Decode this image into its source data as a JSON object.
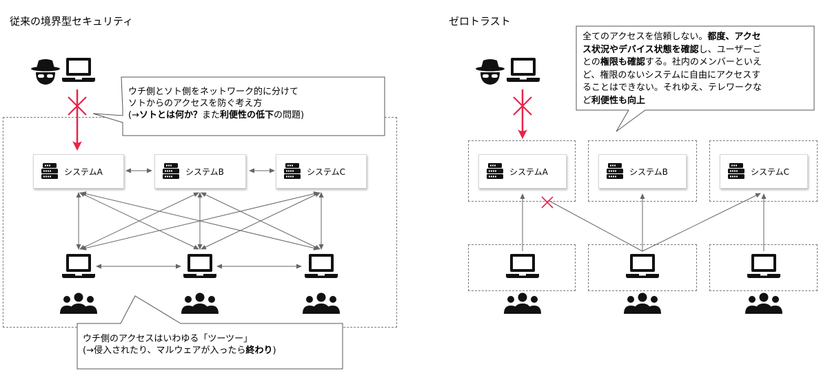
{
  "left": {
    "title": "従来の境界型セキュリティ",
    "systems": [
      "システムA",
      "システムB",
      "システムC"
    ],
    "callout_top": {
      "line1": "ウチ側とソト側をネットワーク的に分けて",
      "line2": "ソトからのアクセスを防ぐ考え方",
      "line3_prefix": "(→",
      "line3_bold1": "ソトとは何か？",
      "line3_mid": "また",
      "line3_bold2": "利便性の低下",
      "line3_suffix": "の問題)"
    },
    "callout_bottom": {
      "line1": "ウチ側のアクセスはいわゆる「ツーツー」",
      "line2_prefix": "(→侵入されたり、マルウェアが入ったら",
      "line2_bold": "終わり",
      "line2_suffix": ")"
    }
  },
  "right": {
    "title": "ゼロトラスト",
    "systems": [
      "システムA",
      "システムB",
      "システムC"
    ],
    "callout": {
      "l1_a": "全てのアクセスを信頼しない。",
      "l1_b": "都度、アクセ",
      "l2_a": "ス状況やデバイス状態を確認",
      "l2_b": "し、ユーザーご",
      "l3_a": "との",
      "l3_b": "権限も確認",
      "l3_c": "する。社内のメンバーといえ",
      "l4": "ど、権限のないシステムに自由にアクセスす",
      "l5": "ることはできない。それゆえ、テレワークな",
      "l6_a": "ど",
      "l6_b": "利便性も向上"
    }
  },
  "colors": {
    "blocked": "#e8234a",
    "arrow": "#666666",
    "icon": "#111111",
    "zone_border": "#7a7a7a"
  },
  "icons": {
    "attacker": "spy-icon",
    "device": "laptop-icon",
    "server": "server-icon",
    "users": "users-icon",
    "blocked": "cross-icon"
  }
}
